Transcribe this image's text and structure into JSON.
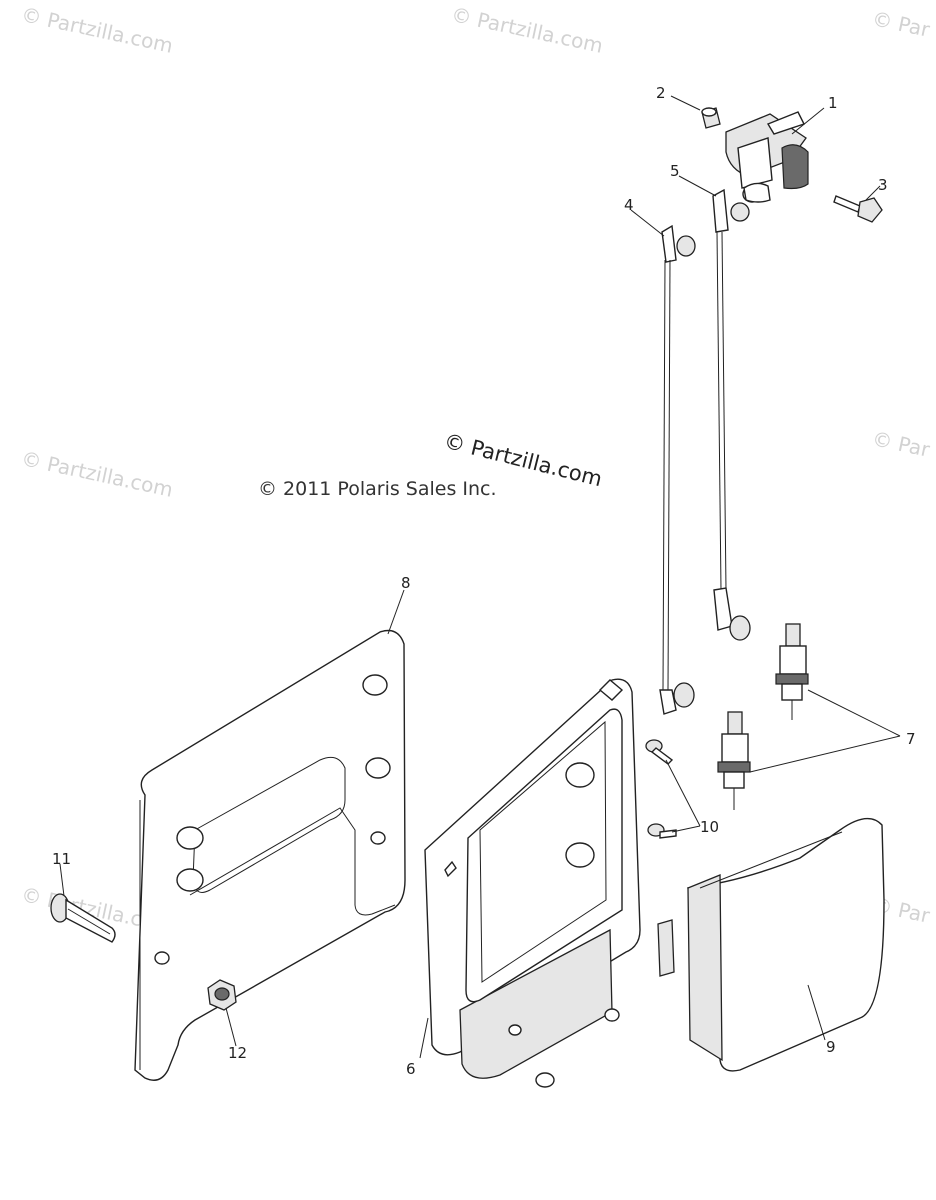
{
  "watermark": {
    "text": "© Partzilla.com",
    "text_alt": "© Par"
  },
  "copyright": "© 2011 Polaris Sales Inc.",
  "partzilla_overlay": "© Partzilla.com",
  "callouts": [
    "1",
    "2",
    "3",
    "4",
    "5",
    "6",
    "7",
    "8",
    "9",
    "10",
    "11",
    "12"
  ],
  "parts": [
    {
      "callout": "1",
      "icon": "ignition-coil-icon"
    },
    {
      "callout": "2",
      "icon": "cap-icon"
    },
    {
      "callout": "3",
      "icon": "screw-icon"
    },
    {
      "callout": "4",
      "icon": "spark-plug-wire-icon"
    },
    {
      "callout": "5",
      "icon": "spark-plug-wire-icon"
    },
    {
      "callout": "6",
      "icon": "ecu-module-icon"
    },
    {
      "callout": "7",
      "icon": "spark-plug-icon"
    },
    {
      "callout": "8",
      "icon": "mounting-bracket-icon"
    },
    {
      "callout": "9",
      "icon": "ecu-cover-icon"
    },
    {
      "callout": "10",
      "icon": "screw-icon"
    },
    {
      "callout": "11",
      "icon": "bolt-icon"
    },
    {
      "callout": "12",
      "icon": "nut-icon"
    }
  ]
}
